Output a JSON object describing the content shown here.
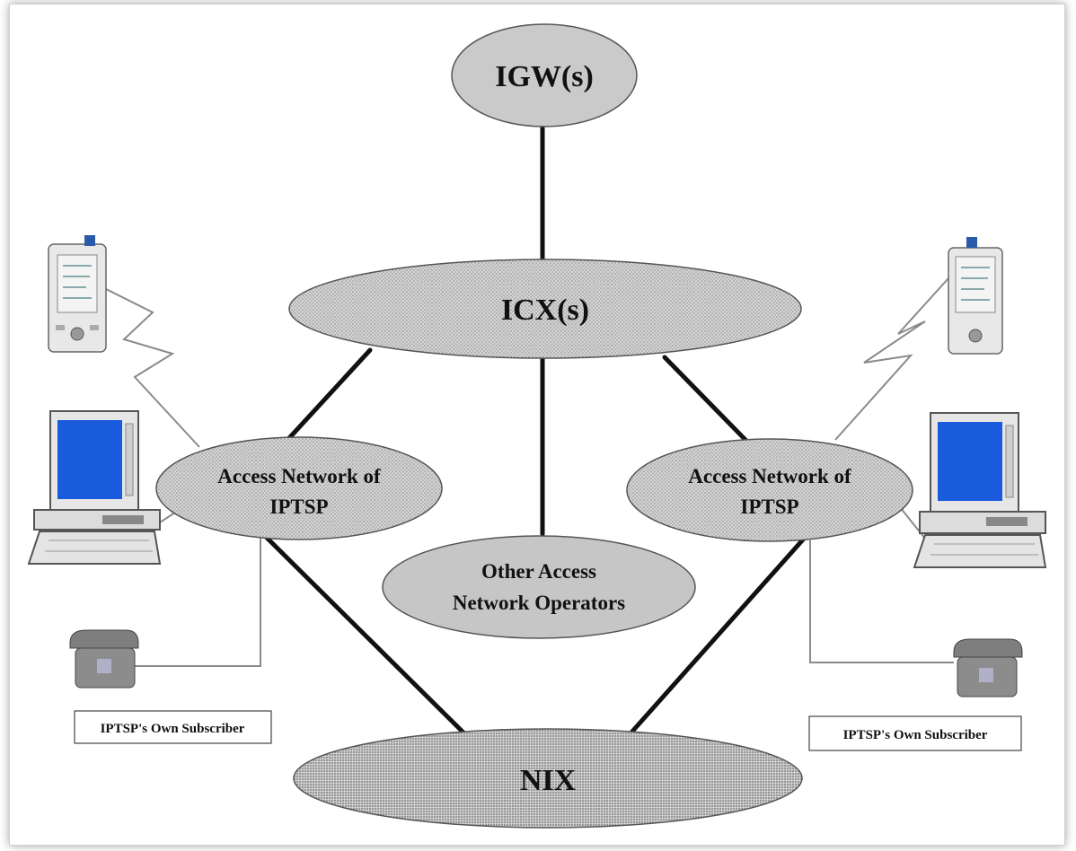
{
  "nodes": {
    "igw": {
      "label": "IGW(s)"
    },
    "icx": {
      "label": "ICX(s)"
    },
    "access_left": {
      "line1": "Access Network of",
      "line2": "IPTSP"
    },
    "access_right": {
      "line1": "Access Network of",
      "line2": "IPTSP"
    },
    "other": {
      "line1": "Other Access",
      "line2": "Network Operators"
    },
    "nix": {
      "label": "NIX"
    }
  },
  "subscriber_labels": {
    "left": "IPTSP's Own Subscriber",
    "right": "IPTSP's Own Subscriber"
  },
  "icons": [
    "pda-icon",
    "desktop-computer-icon",
    "telephone-icon"
  ],
  "colors": {
    "node_fill": "#c8c8c8",
    "node_stroke": "#555555",
    "link": "#111111",
    "screen": "#1a5adc"
  }
}
